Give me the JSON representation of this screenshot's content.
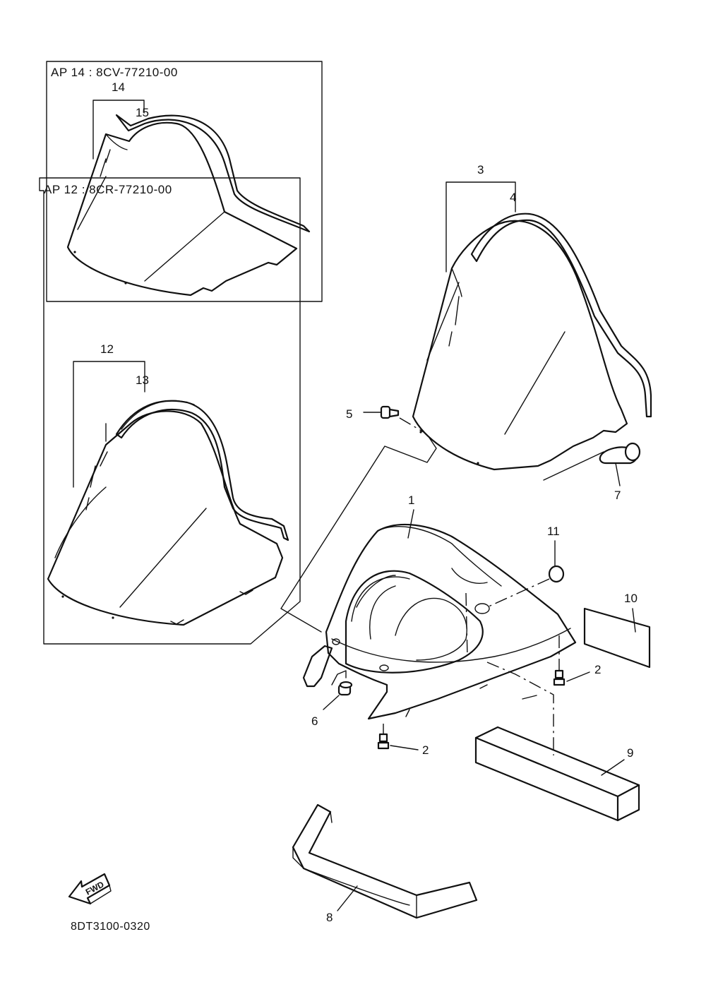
{
  "alt_part_boxes": [
    {
      "header": "AP  14 : 8CV-77210-00"
    },
    {
      "header": "AP  12 : 8CR-77210-00"
    }
  ],
  "callouts": {
    "c1": "1",
    "c2a": "2",
    "c2b": "2",
    "c3": "3",
    "c4": "4",
    "c5": "5",
    "c6": "6",
    "c7": "7",
    "c8": "8",
    "c9": "9",
    "c10": "10",
    "c11": "11",
    "c12": "12",
    "c13": "13",
    "c14": "14",
    "c15": "15"
  },
  "fwd_label": "FWD",
  "diagram_code": "8DT3100-0320",
  "line_color": "#111111"
}
